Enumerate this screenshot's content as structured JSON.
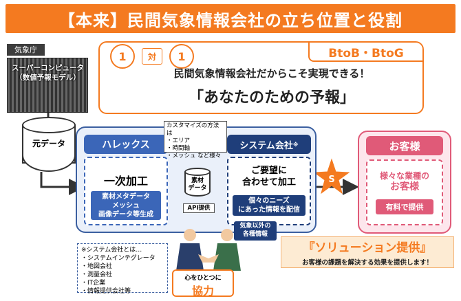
{
  "title": "【本来】民間気象情報会社の立ち位置と役割",
  "jma": {
    "label": "気象庁",
    "server_caption_line1": "スーパーコンピュータ",
    "server_caption_line2": "（数値予報モデル）"
  },
  "raw_data_label": "元データ",
  "relation": {
    "left": "1",
    "middle": "対",
    "right": "1",
    "btob": "BtoB・BtoG"
  },
  "headline": {
    "line1": "民間気象情報会社だからこそ実現できる！",
    "line2": "「あなたのための予報」"
  },
  "halex": {
    "name": "ハレックス",
    "process": "一次加工",
    "items": [
      "素材メタデータ",
      "メッシュ",
      "画像データ等生成"
    ]
  },
  "customize_callout": {
    "title": "カスタマイズの方法は",
    "items": [
      "・エリア",
      "・時間軸",
      "・メッシュ など様々"
    ]
  },
  "material_label_line1": "素材",
  "material_label_line2": "データ",
  "api_label": "API提供",
  "system_company": {
    "name": "システム会社",
    "name_mark": "※",
    "process_line1": "ご要望に",
    "process_line2": "合わせて加工",
    "detail_line1": "個々のニーズ",
    "detail_line2": "にあった情報を配信",
    "non_weather_line1": "気象以外の",
    "non_weather_line2": "各種情報"
  },
  "customer": {
    "name": "お客様",
    "desc_line1": "様々な業種の",
    "desc_line2": "お客様",
    "paid": "有料で提供"
  },
  "star_letter": "S",
  "system_note": {
    "title": "※システム会社とは…",
    "items": [
      "・システムインテグレータ",
      "・地図会社",
      "・測量会社",
      "・IT企業",
      "・情報提供会社等"
    ]
  },
  "cooperation": {
    "caption": "心をひとつに",
    "word": "協力"
  },
  "solution": {
    "title": "『ソリューション提供』",
    "subtitle": "お客様の課題を解決する効果を提供します！"
  },
  "colors": {
    "orange": "#f47a20",
    "blue": "#3b66b8",
    "navy": "#1f3e7a",
    "pink": "#e05a78"
  }
}
